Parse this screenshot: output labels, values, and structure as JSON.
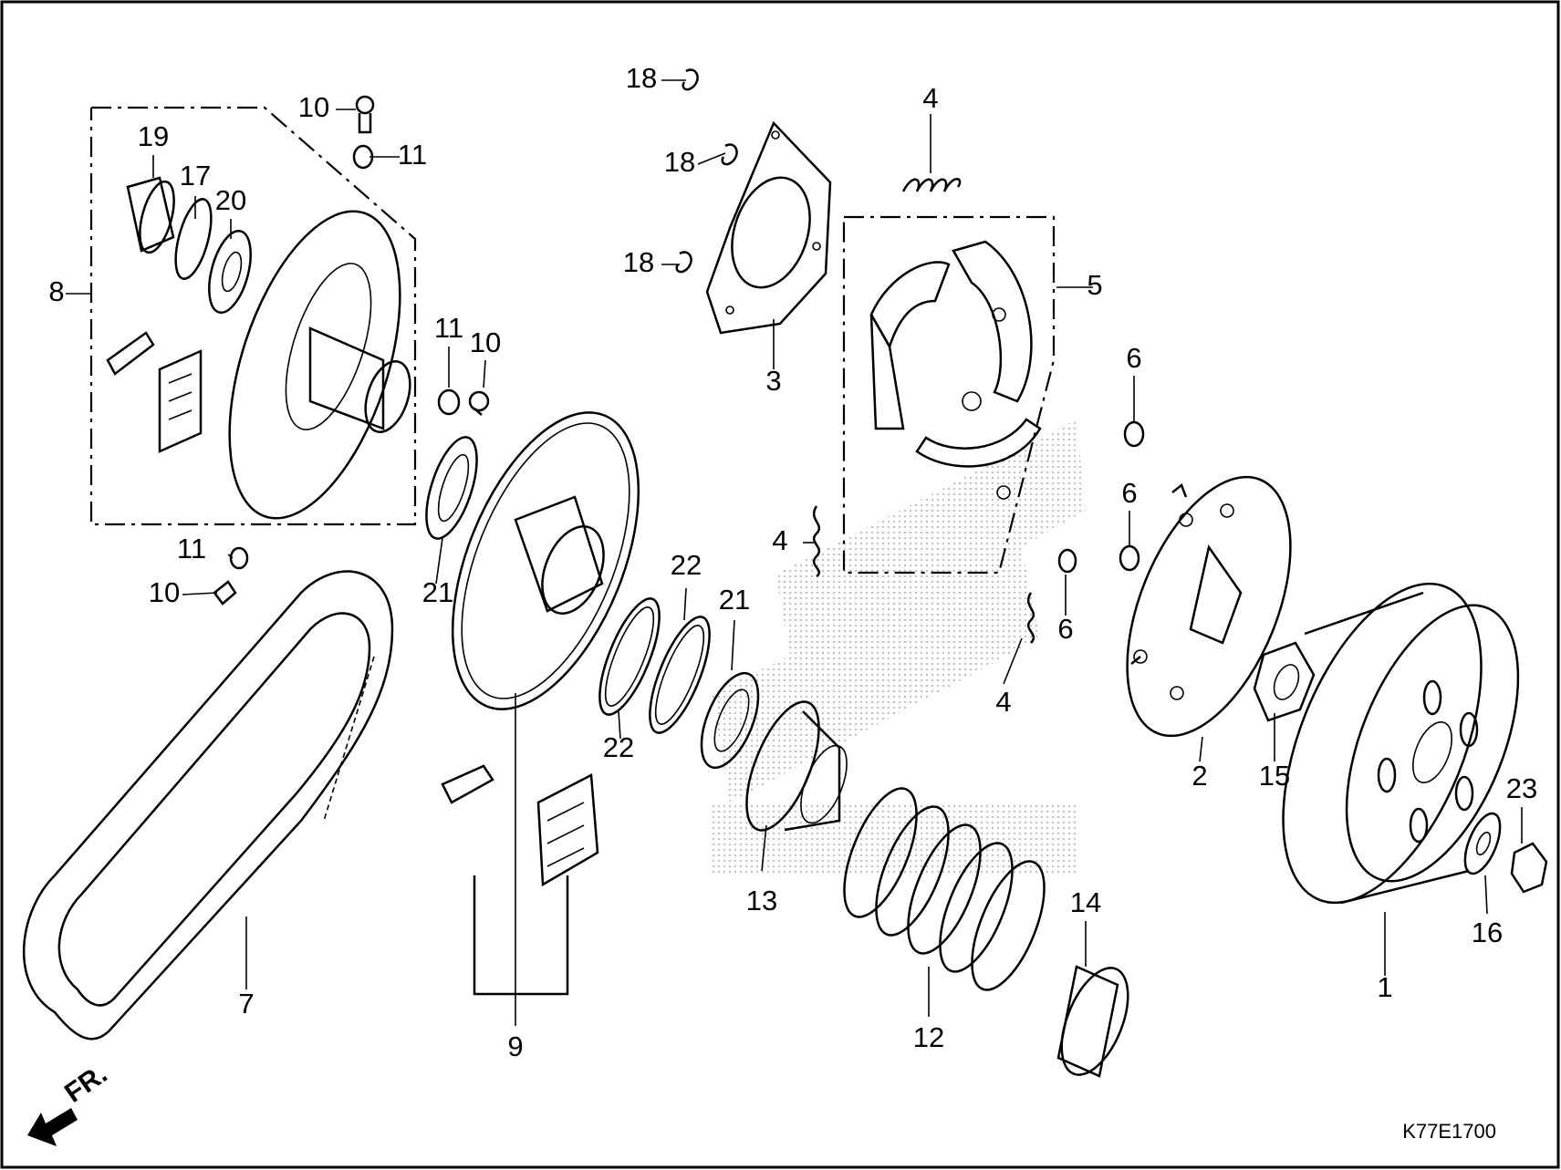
{
  "diagram": {
    "code": "K77E1700",
    "direction_label": "FR.",
    "callouts": [
      {
        "n": "1"
      },
      {
        "n": "2"
      },
      {
        "n": "3"
      },
      {
        "n": "4"
      },
      {
        "n": "4"
      },
      {
        "n": "4"
      },
      {
        "n": "5"
      },
      {
        "n": "6"
      },
      {
        "n": "6"
      },
      {
        "n": "6"
      },
      {
        "n": "7"
      },
      {
        "n": "8"
      },
      {
        "n": "9"
      },
      {
        "n": "10"
      },
      {
        "n": "10"
      },
      {
        "n": "10"
      },
      {
        "n": "11"
      },
      {
        "n": "11"
      },
      {
        "n": "11"
      },
      {
        "n": "12"
      },
      {
        "n": "13"
      },
      {
        "n": "14"
      },
      {
        "n": "15"
      },
      {
        "n": "16"
      },
      {
        "n": "17"
      },
      {
        "n": "18"
      },
      {
        "n": "18"
      },
      {
        "n": "18"
      },
      {
        "n": "19"
      },
      {
        "n": "20"
      },
      {
        "n": "21"
      },
      {
        "n": "21"
      },
      {
        "n": "22"
      },
      {
        "n": "22"
      },
      {
        "n": "23"
      }
    ]
  }
}
